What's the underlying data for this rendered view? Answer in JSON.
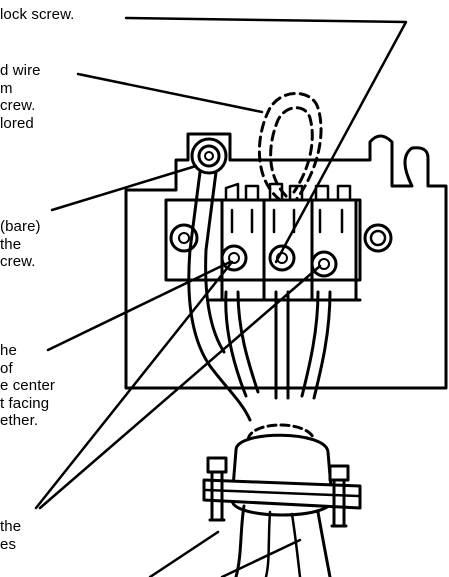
{
  "labels": {
    "block_screw": "lock screw.",
    "center_wire": [
      "d wire",
      "m",
      "crew.",
      "lored"
    ],
    "bare_wire": [
      "(bare)",
      " the",
      "crew."
    ],
    "outer_wires": [
      "he",
      "of",
      "e center",
      "t facing",
      "ether."
    ],
    "bottom": [
      "the",
      "es"
    ]
  },
  "colors": {
    "ink": "#000000",
    "background": "#ffffff"
  }
}
